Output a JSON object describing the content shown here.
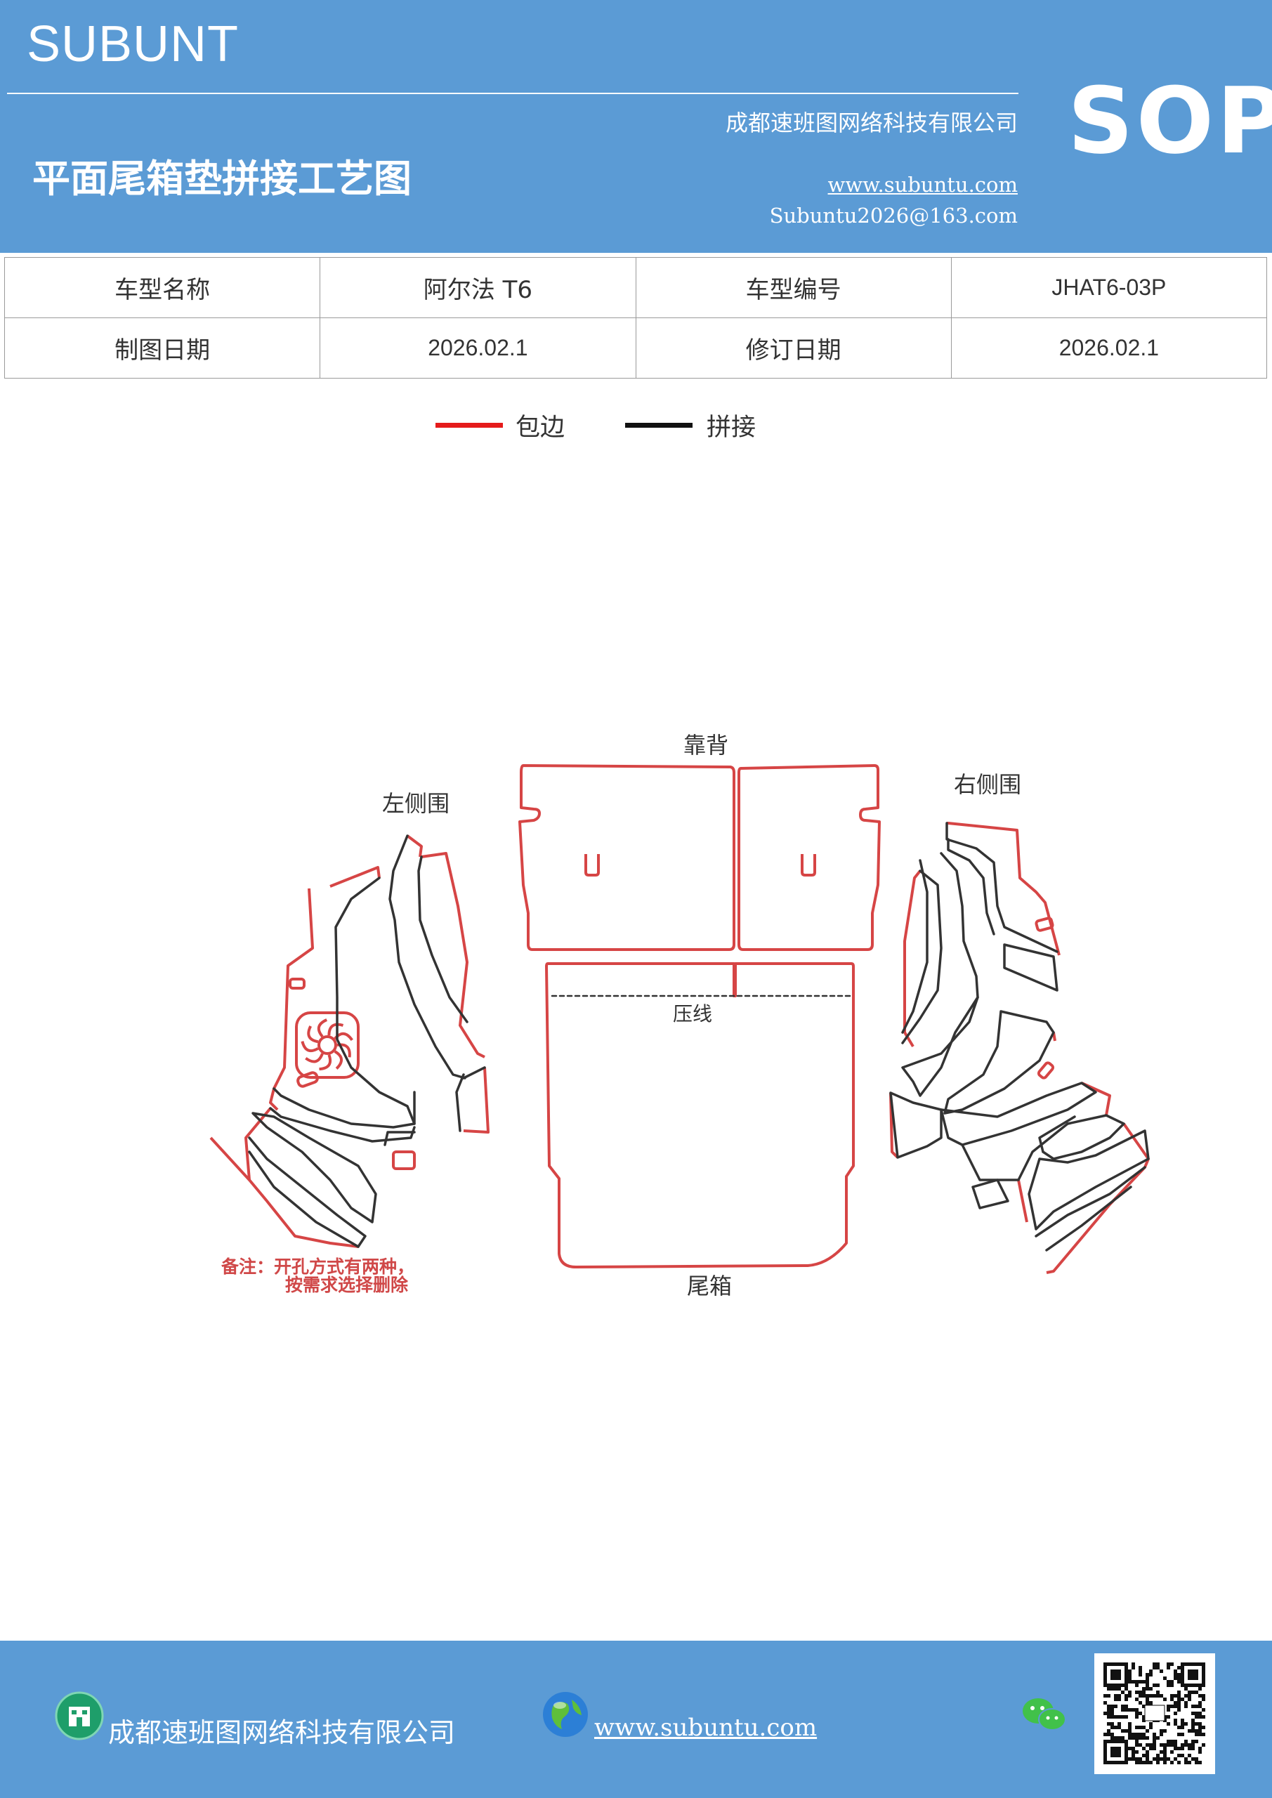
{
  "header": {
    "brand": "SUBUNT",
    "company": "成都速班图网络科技有限公司",
    "title": "平面尾箱垫拼接工艺图",
    "website": "www.subuntu.com",
    "email": "Subuntu2026@163.com",
    "badge": "SOP"
  },
  "info_table": {
    "rows": [
      [
        "车型名称",
        "阿尔法 T6",
        "车型编号",
        "JHAT6-03P"
      ],
      [
        "制图日期",
        "2026.02.1",
        "修订日期",
        "2026.02.1"
      ]
    ]
  },
  "legend": {
    "items": [
      {
        "label": "包边",
        "color": "#e51b1b"
      },
      {
        "label": "拼接",
        "color": "#111111"
      }
    ]
  },
  "diagram": {
    "labels": {
      "backrest": "靠背",
      "left_side": "左侧围",
      "right_side": "右侧围",
      "crease": "压线",
      "trunk": "尾箱"
    },
    "note_line1": "备注：开孔方式有两种，",
    "note_line2": "按需求选择删除",
    "edge_color": "#d64545",
    "seam_color": "#333333"
  },
  "footer": {
    "company": "成都速班图网络科技有限公司",
    "website": "www.subuntu.com"
  },
  "icons": {
    "footer_company": "building-icon",
    "footer_website": "globe-icon",
    "footer_wechat": "wechat-icon",
    "footer_qr": "qr-code-icon"
  }
}
